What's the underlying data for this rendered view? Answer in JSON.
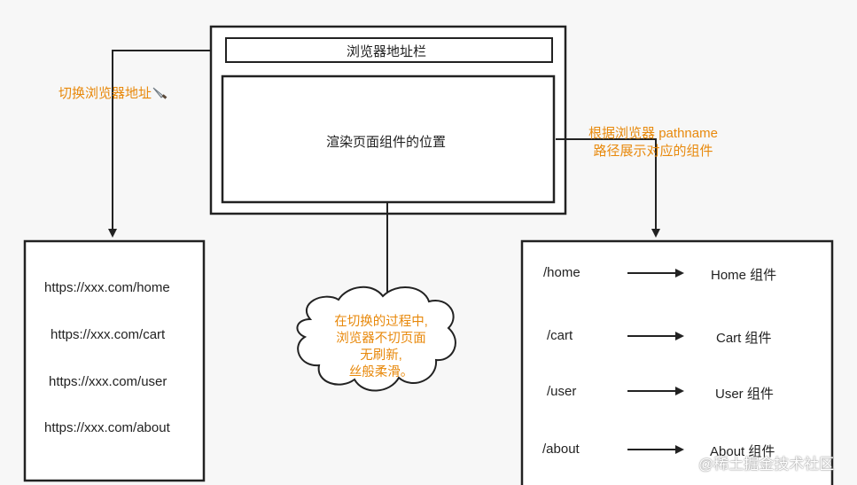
{
  "browser": {
    "address_bar_label": "浏览器地址栏",
    "render_area_label": "渲染页面组件的位置"
  },
  "annotations": {
    "switch_address": "切换浏览器地址",
    "pathname_line1": "根据浏览器 pathname",
    "pathname_line2": "路径展示对应的组件",
    "cloud_line1": "在切换的过程中,",
    "cloud_line2": "浏览器不切页面",
    "cloud_line3": "无刷新,",
    "cloud_line4": "丝般柔滑。"
  },
  "urls": [
    "https://xxx.com/home",
    "https://xxx.com/cart",
    "https://xxx.com/user",
    "https://xxx.com/about"
  ],
  "routes": [
    {
      "path": "/home",
      "component": "Home 组件"
    },
    {
      "path": "/cart",
      "component": "Cart 组件"
    },
    {
      "path": "/user",
      "component": "User 组件"
    },
    {
      "path": "/about",
      "component": "About 组件"
    }
  ],
  "icons": {
    "knife": "knife-icon"
  },
  "colors": {
    "annotation": "#e8890c",
    "line": "#222222"
  },
  "watermark": "@稀土掘金技术社区"
}
